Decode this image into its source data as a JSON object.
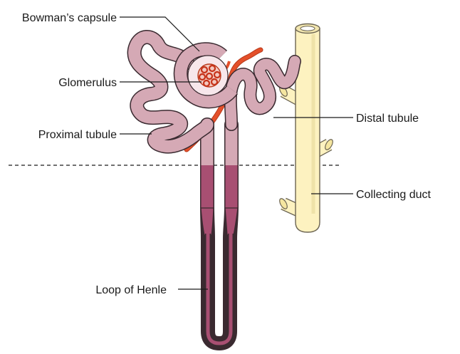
{
  "labels": {
    "bowmans_capsule": "Bowman’s capsule",
    "glomerulus": "Glomerulus",
    "proximal_tubule": "Proximal tubule",
    "distal_tubule": "Distal tubule",
    "collecting_duct": "Collecting duct",
    "loop_of_henle": "Loop of Henle"
  },
  "colors": {
    "tubule": "#d5a9b5",
    "tubule_dark": "#a84f72",
    "outline": "#3a2a30",
    "vessel": "#e4502a",
    "duct": "#fdf2c0",
    "duct_outline": "#6b6452",
    "capsule_inner": "#f7e7eb"
  }
}
